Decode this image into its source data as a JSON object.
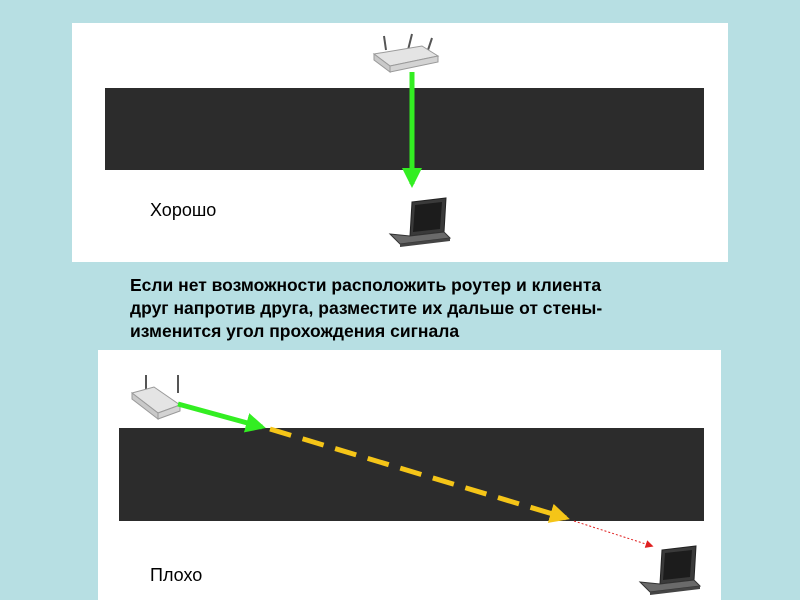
{
  "top_label": "Хорошо",
  "bottom_label": "Плохо",
  "caption": [
    "Если нет возможности расположить роутер и клиента",
    "друг напротив друга, разместите их дальше от стены-",
    "изменится угол прохождения сигнала"
  ],
  "colors": {
    "background": "#b7dfe3",
    "wall": "#2c2c2c",
    "good_signal": "#33ee22",
    "weak_signal": "#f5c518",
    "lost_signal": "#e02020"
  },
  "icons": {
    "router": "wifi-router-icon",
    "laptop": "laptop-icon"
  }
}
